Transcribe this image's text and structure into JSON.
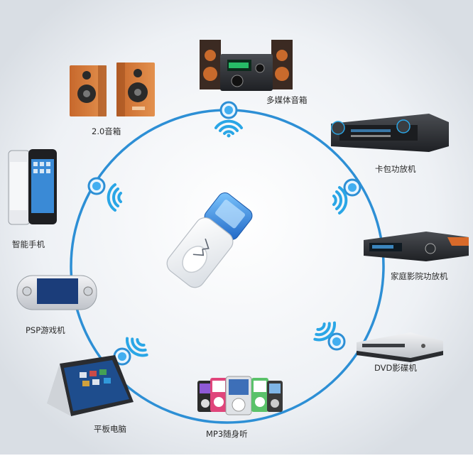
{
  "devices": [
    {
      "id": "speaker-2-0",
      "label": "2.0音箱",
      "icon": "bookshelf-speakers-icon"
    },
    {
      "id": "multimedia-speaker",
      "label": "多媒体音箱",
      "icon": "multimedia-speaker-icon"
    },
    {
      "id": "car-amplifier",
      "label": "卡包功放机",
      "icon": "amplifier-icon"
    },
    {
      "id": "home-theater-amp",
      "label": "家庭影院功放机",
      "icon": "home-theater-amp-icon"
    },
    {
      "id": "dvd-player",
      "label": "DVD影碟机",
      "icon": "dvd-player-icon"
    },
    {
      "id": "mp3-player",
      "label": "MP3随身听",
      "icon": "mp3-player-icon"
    },
    {
      "id": "tablet",
      "label": "平板电脑",
      "icon": "tablet-icon"
    },
    {
      "id": "psp",
      "label": "PSP游戏机",
      "icon": "psp-console-icon"
    },
    {
      "id": "smartphone",
      "label": "智能手机",
      "icon": "smartphone-icon"
    }
  ],
  "center": {
    "icon": "bluetooth-usb-dongle-icon"
  },
  "colors": {
    "ring": "#2d8fd5",
    "node": "#42aef0",
    "wave": "#2aa6e6",
    "background": "#eef1f4"
  }
}
